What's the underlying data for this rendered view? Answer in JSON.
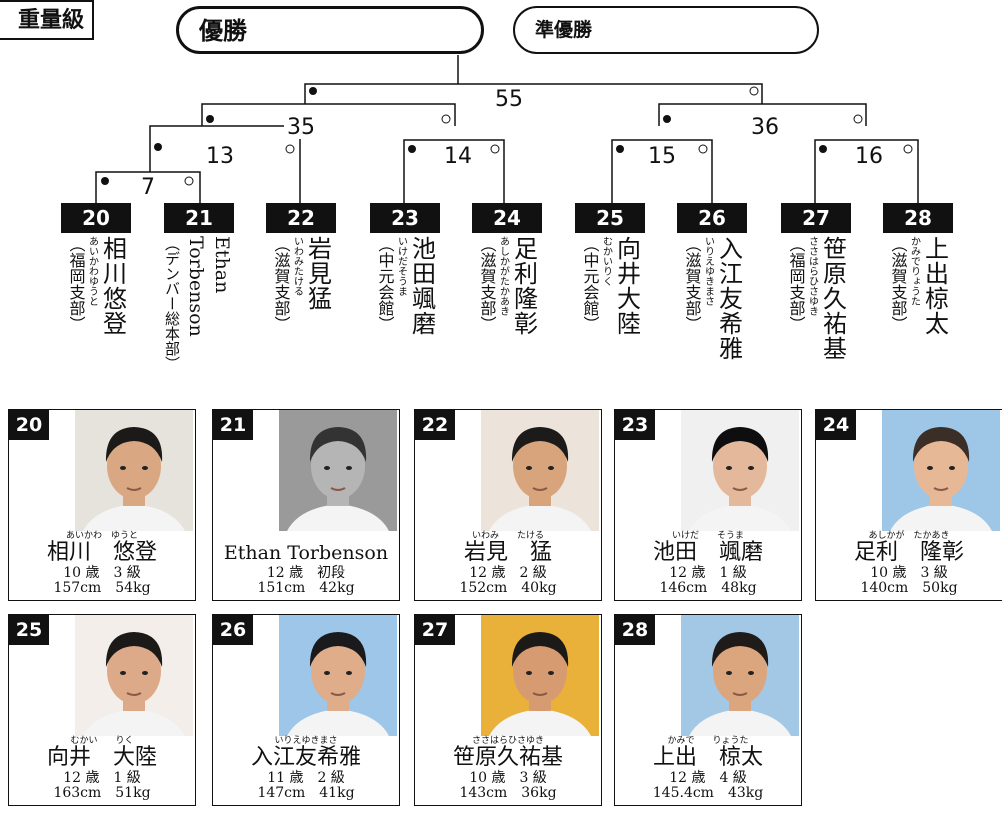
{
  "division": "重量級",
  "results": {
    "winner_label": "優勝",
    "runner_up_label": "準優勝"
  },
  "matches": [
    "7",
    "13",
    "35",
    "14",
    "55",
    "15",
    "36",
    "16"
  ],
  "bracket": [
    {
      "number": "20",
      "name": "相川悠登",
      "ruby": "あいかわゆうと",
      "club": "（福岡支部）"
    },
    {
      "number": "21",
      "name": "Ethan Torbenson",
      "ruby": "",
      "club": "（デンバー総本部）"
    },
    {
      "number": "22",
      "name": "岩見猛",
      "ruby": "いわみたける",
      "club": "（滋賀支部）"
    },
    {
      "number": "23",
      "name": "池田颯磨",
      "ruby": "いけだそうま",
      "club": "（中元会館）"
    },
    {
      "number": "24",
      "name": "足利隆彰",
      "ruby": "あしかがたかあき",
      "club": "（滋賀支部）"
    },
    {
      "number": "25",
      "name": "向井大陸",
      "ruby": "むかいりく",
      "club": "（中元会館）"
    },
    {
      "number": "26",
      "name": "入江友希雅",
      "ruby": "いりえゆきまさ",
      "club": "（滋賀支部）"
    },
    {
      "number": "27",
      "name": "笹原久祐基",
      "ruby": "ささはらひさゆき",
      "club": "（福岡支部）"
    },
    {
      "number": "28",
      "name": "上出椋太",
      "ruby": "かみでりょうた",
      "club": "（滋賀支部）"
    }
  ],
  "profiles": [
    {
      "number": "20",
      "ruby": "あいかわ　ゆうと",
      "name": "相川　悠登",
      "age_grade": "10 歳　3 級",
      "height_weight": "157cm　54kg",
      "bg": "#e6e2dc",
      "hair": "#1c1a18",
      "skin": "#d9a882"
    },
    {
      "number": "21",
      "ruby": "",
      "name": "Ethan Torbenson",
      "age_grade": "12 歳　初段",
      "height_weight": "151cm　42kg",
      "bg": "#9a9a9a",
      "hair": "#333333",
      "skin": "#b5b5b5"
    },
    {
      "number": "22",
      "ruby": "いわみ　　たける",
      "name": "岩見　猛",
      "age_grade": "12 歳　2 級",
      "height_weight": "152cm　40kg",
      "bg": "#ece4da",
      "hair": "#1d1b19",
      "skin": "#d8a47c"
    },
    {
      "number": "23",
      "ruby": "いけだ　　そうま",
      "name": "池田　颯磨",
      "age_grade": "12 歳　1 級",
      "height_weight": "146cm　48kg",
      "bg": "#f0f0f0",
      "hair": "#0e0e10",
      "skin": "#e4b89a"
    },
    {
      "number": "24",
      "ruby": "あしかが　たかあき",
      "name": "足利　隆彰",
      "age_grade": "10 歳　3 級",
      "height_weight": "140cm　50kg",
      "bg": "#9ec6e6",
      "hair": "#3a2e26",
      "skin": "#e7b896"
    },
    {
      "number": "25",
      "ruby": "むかい　　りく",
      "name": "向井　大陸",
      "age_grade": "12 歳　1 級",
      "height_weight": "163cm　51kg",
      "bg": "#f3eeea",
      "hair": "#1c1a18",
      "skin": "#dcaa88"
    },
    {
      "number": "26",
      "ruby": "いりえゆきまさ",
      "name": "入江友希雅",
      "age_grade": "11 歳　2 級",
      "height_weight": "147cm　41kg",
      "bg": "#9dc6e8",
      "hair": "#1a1a1c",
      "skin": "#e0ad8a"
    },
    {
      "number": "27",
      "ruby": "ささはらひさゆき",
      "name": "笹原久祐基",
      "age_grade": "10 歳　3 級",
      "height_weight": "143cm　36kg",
      "bg": "#e9b13a",
      "hair": "#1c1a18",
      "skin": "#d69b70"
    },
    {
      "number": "28",
      "ruby": "かみで　　りょうた",
      "name": "上出　椋太",
      "age_grade": "12 歳　4 級",
      "height_weight": "145.4cm　43kg",
      "bg": "#a3c8e6",
      "hair": "#1e1b18",
      "skin": "#dba57e"
    }
  ]
}
